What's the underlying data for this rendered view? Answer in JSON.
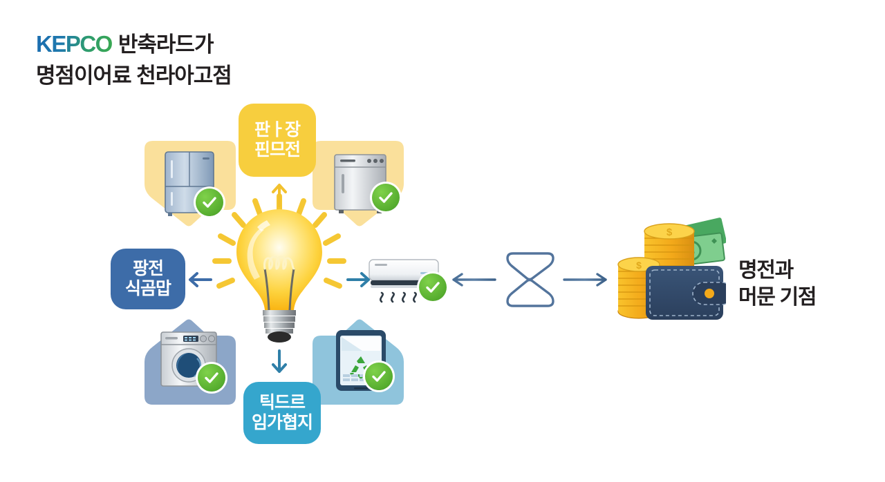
{
  "header": {
    "brand": "KEPCO",
    "line1": "반축라드가",
    "line2": "명점이어료 천라아고점"
  },
  "colors": {
    "brand_blue": "#1b6cb0",
    "brand_green": "#3aa94f",
    "yellow_box": "#f7ce3e",
    "yellow_plate": "#fae09b",
    "blue_box": "#3d6ca8",
    "cyan_box": "#35a6cd",
    "slate_plate": "#8ca6c8",
    "cyan_plate": "#8fc4dc",
    "check_green": "#55ac2e",
    "arrow_blue": "#2f7fa8",
    "arrow_yellow": "#f2c12e",
    "wallet_navy": "#2f4767",
    "coin_gold": "#f5b820",
    "bill_green": "#49a860",
    "text_dark": "#231f20",
    "background": "#ffffff"
  },
  "diagram": {
    "center": {
      "icon": "lightbulb-icon",
      "label": "light-bulb"
    },
    "label_boxes": [
      {
        "id": "top",
        "line1": "판ㅏ장",
        "line2": "핀므전",
        "color": "#f7ce3e"
      },
      {
        "id": "left",
        "line1": "팡전",
        "line2": "식곰맙",
        "color": "#3d6ca8"
      },
      {
        "id": "bottom",
        "line1": "틱드르",
        "line2": "임가협지",
        "color": "#35a6cd"
      }
    ],
    "appliances": [
      {
        "id": "fridge",
        "icon": "refrigerator-icon",
        "plate_color": "#fae09b",
        "checked": true
      },
      {
        "id": "dish",
        "icon": "dishwasher-icon",
        "plate_color": "#fae09b",
        "checked": true
      },
      {
        "id": "ac",
        "icon": "air-conditioner-icon",
        "plate_color": "none",
        "checked": true
      },
      {
        "id": "washer",
        "icon": "washing-machine-icon",
        "plate_color": "#8ca6c8",
        "checked": true
      },
      {
        "id": "phone",
        "icon": "smartphone-recycle-icon",
        "plate_color": "#8fc4dc",
        "checked": true
      }
    ],
    "arrows": [
      {
        "id": "up",
        "direction": "up",
        "color": "#f2c12e"
      },
      {
        "id": "down",
        "direction": "down",
        "color": "#2f7fa8"
      },
      {
        "id": "left",
        "direction": "left",
        "color": "#3d6ca8"
      },
      {
        "id": "right",
        "direction": "right",
        "color": "#2f7fa8"
      }
    ],
    "exchange": {
      "icon": "hourglass-exchange-icon",
      "left_arrow": "arrow-left-icon",
      "right_arrow": "arrow-right-icon"
    },
    "money": {
      "icon": "wallet-coins-cash-icon",
      "caption_line1": "명전과",
      "caption_line2": "머문 기점"
    }
  }
}
